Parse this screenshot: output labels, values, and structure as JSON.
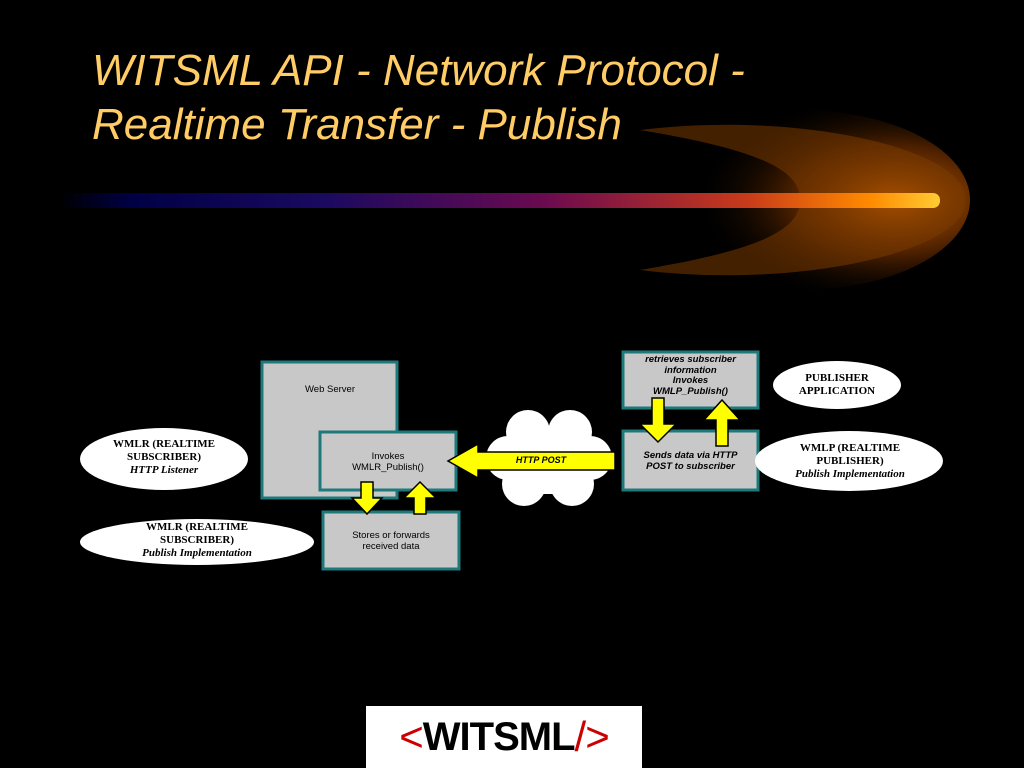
{
  "slide": {
    "title_line1": "WITSML API - Network Protocol -",
    "title_line2": "Realtime Transfer - Publish",
    "title_color": "#FFCC66",
    "accent_colors": {
      "box_fill": "#C8C8C8",
      "box_border": "#1E7A7A",
      "arrow_fill": "#FFFF00",
      "oval_fill": "#FFFFFF"
    }
  },
  "diagram": {
    "web_server": {
      "label": "Web Server"
    },
    "invokes_publish_box": {
      "line1": "Invokes",
      "line2": "WMLR_Publish()"
    },
    "stores_box": {
      "line1": "Stores or forwards",
      "line2": "received data"
    },
    "retrieves_box": {
      "line1": "retrieves subscriber",
      "line2": "information",
      "line3": "Invokes",
      "line4": "WMLP_Publish()"
    },
    "sends_box": {
      "line1": "Sends data via HTTP",
      "line2": "POST to subscriber"
    },
    "http_post_label": "HTTP POST",
    "ovals": {
      "wmlr_listener": {
        "line1": "WMLR (REALTIME",
        "line2": "SUBSCRIBER)",
        "line3": "HTTP Listener"
      },
      "wmlr_publish": {
        "line1": "WMLR (REALTIME",
        "line2": "SUBSCRIBER)",
        "line3": "Publish Implementation"
      },
      "publisher_app": {
        "line1": "PUBLISHER",
        "line2": "APPLICATION"
      },
      "wmlp_publish": {
        "line1": "WMLP (REALTIME",
        "line2": "PUBLISHER)",
        "line3": "Publish Implementation"
      }
    }
  },
  "logo": {
    "open": "<",
    "text": "WITSML",
    "close": "/>"
  }
}
